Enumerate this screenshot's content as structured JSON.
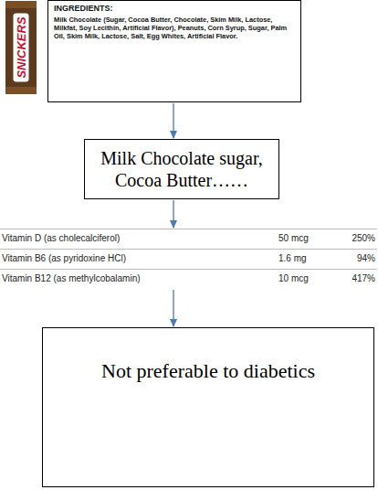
{
  "diagram": {
    "nodes": [
      {
        "text": [
          "INGREDIENTS:",
          "Milk Chocolate (Sugar, Cocoa Butter, Chocolate, Skim Milk, Lactose, Milkfat, Soy Lecithin, Artificial Flavor), Peanuts, Corn Syrup, Sugar, Palm Oil, Skim Milk, Lactose, Salt, Egg Whites, Artificial Flavor."
        ]
      },
      {
        "text": [
          "Milk Chocolate sugar, Cocoa Butter……"
        ]
      },
      {
        "text": [
          "Vitamin D (as cholecalciferol)",
          "50 mcg",
          "250%",
          "Vitamin B6 (as pyridoxine HCl)",
          "1.6 mg",
          "94%",
          "Vitamin B12 (as methylcobalamin)",
          "10 mcg",
          "417%"
        ]
      },
      {
        "text": [
          "Not preferable to diabetics"
        ]
      }
    ],
    "edges": [
      {
        "from": 0,
        "to": 1,
        "arrow": "to"
      },
      {
        "from": 1,
        "to": 2,
        "arrow": "to"
      },
      {
        "from": 2,
        "to": 3,
        "arrow": "to"
      }
    ],
    "labels": [
      "SNICKERS"
    ]
  }
}
